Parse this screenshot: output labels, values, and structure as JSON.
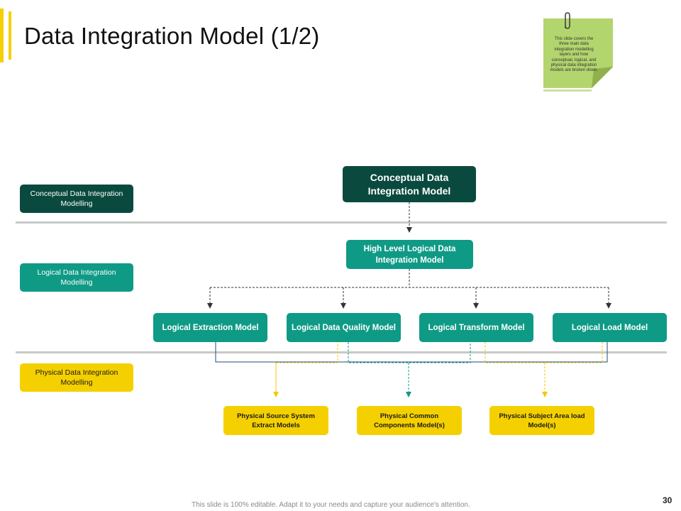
{
  "title": "Data Integration Model (1/2)",
  "note": {
    "text": "This slide covers the three main data integration modelling layers and how conceptual, logical, and physical data integration models are broken down."
  },
  "layers": {
    "conceptual": "Conceptual Data Integration Modelling",
    "logical": "Logical Data Integration Modelling",
    "physical": "Physical Data Integration Modelling"
  },
  "nodes": {
    "conceptual_model": "Conceptual Data Integration Model",
    "high_level_logical": "High Level Logical Data Integration Model",
    "logical_extraction": "Logical Extraction Model",
    "logical_quality": "Logical Data Quality Model",
    "logical_transform": "Logical Transform Model",
    "logical_load": "Logical Load Model",
    "physical_source": "Physical Source System Extract Models",
    "physical_common": "Physical Common Components Model(s)",
    "physical_subject": "Physical Subject Area load Model(s)"
  },
  "colors": {
    "dark_green": "#0a4a3e",
    "teal": "#0f9a86",
    "yellow": "#f5d000",
    "note_green": "#b3d56e"
  },
  "footer": "This slide is 100% editable. Adapt it to your needs and capture your audience's attention.",
  "page_number": "30"
}
